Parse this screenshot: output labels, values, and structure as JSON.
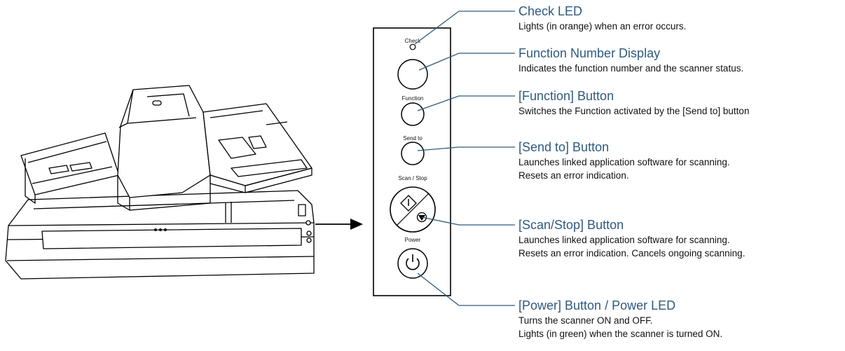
{
  "panel": {
    "labels": {
      "check": "Check",
      "function": "Function",
      "send_to": "Send to",
      "scan_stop": "Scan / Stop",
      "power": "Power"
    }
  },
  "callouts": [
    {
      "id": "check-led",
      "title": "Check LED",
      "lines": [
        "Lights (in orange) when an error occurs."
      ]
    },
    {
      "id": "function-number-display",
      "title": "Function Number Display",
      "lines": [
        "Indicates the function number and the scanner status."
      ]
    },
    {
      "id": "function-button",
      "title": "[Function] Button",
      "lines": [
        "Switches the Function activated by the [Send to] button"
      ]
    },
    {
      "id": "send-to-button",
      "title": "[Send to] Button",
      "lines": [
        "Launches linked application software for scanning.",
        "Resets an error indication."
      ]
    },
    {
      "id": "scan-stop-button",
      "title": "[Scan/Stop] Button",
      "lines": [
        "Launches linked application software for scanning.",
        "Resets an error indication. Cancels ongoing scanning."
      ]
    },
    {
      "id": "power-button",
      "title": "[Power] Button / Power LED",
      "lines": [
        "Turns the scanner ON and OFF.",
        "Lights (in green) when the scanner is turned ON."
      ]
    }
  ],
  "colors": {
    "title": "#2e5a7e",
    "leader_line": "#2e5a7e",
    "text": "#111111"
  }
}
